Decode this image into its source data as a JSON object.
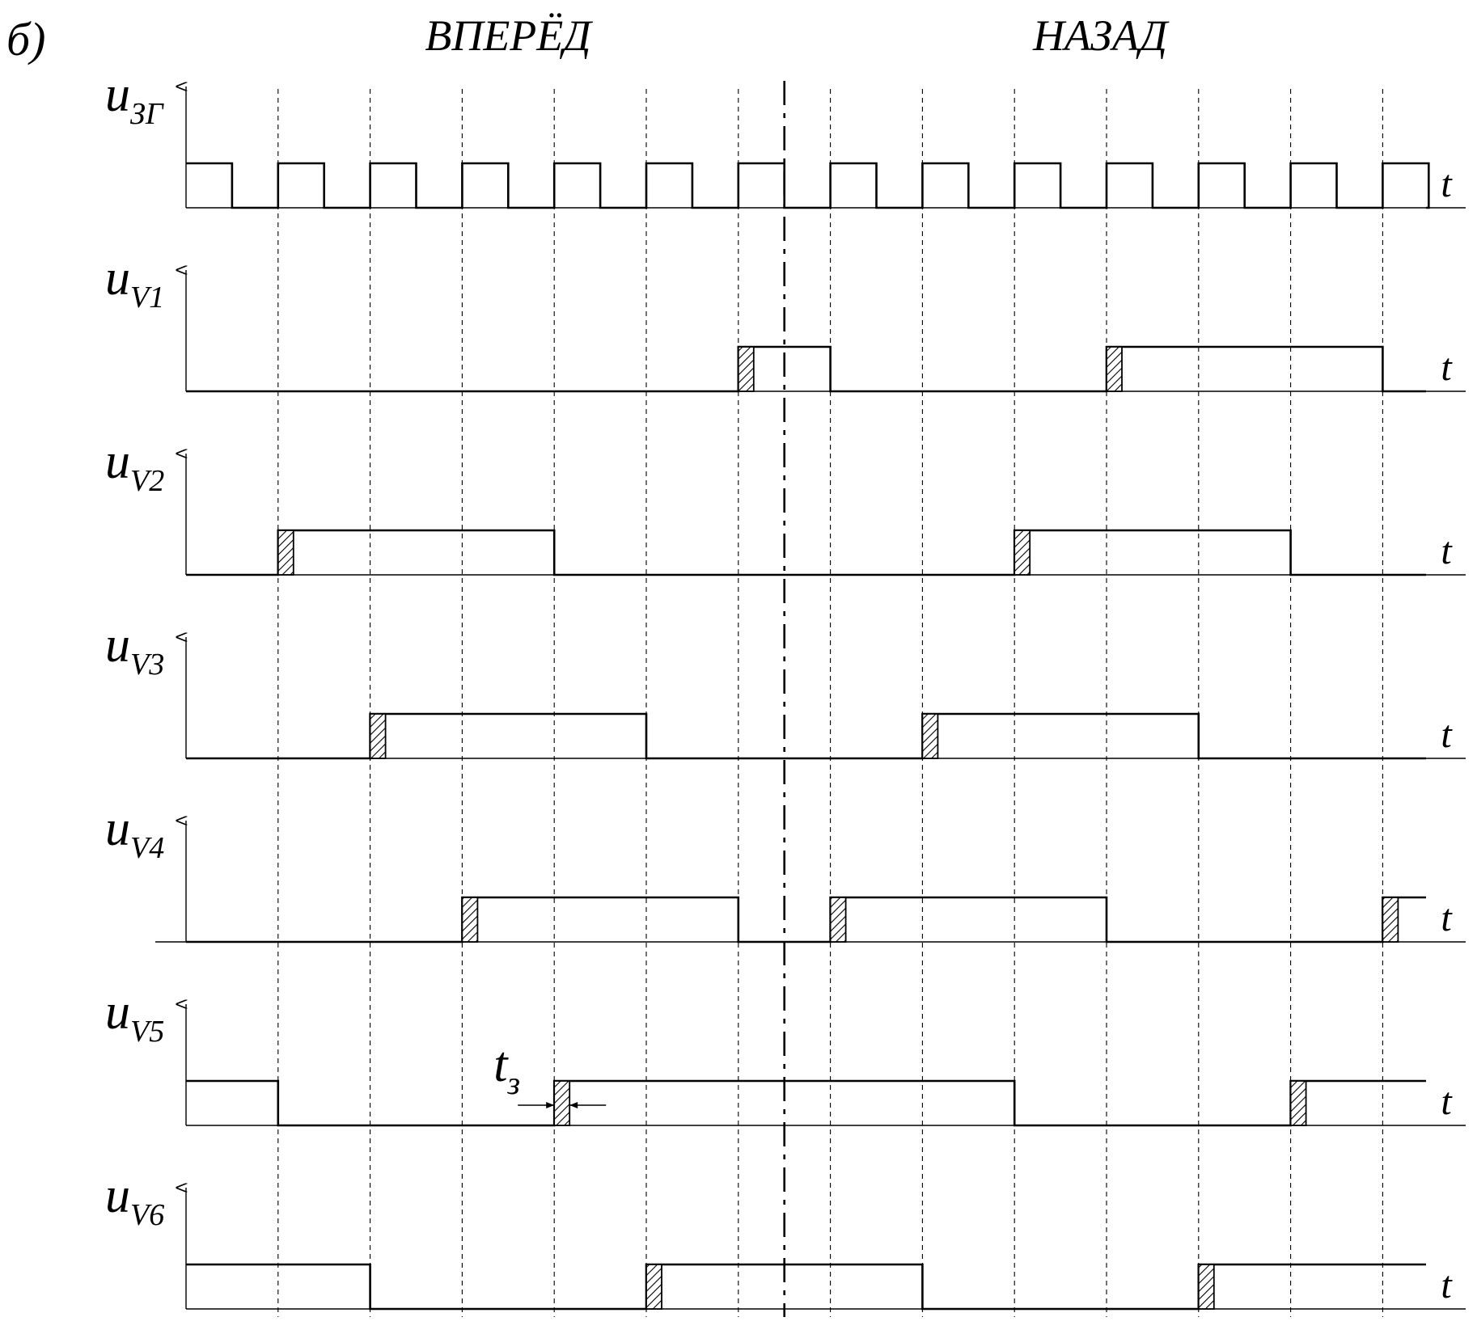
{
  "figure_label": "б)",
  "section_labels": {
    "forward": "ВПЕРЁД",
    "backward": "НАЗАД"
  },
  "time_axis_label": "t",
  "delay_label": {
    "main": "t",
    "sub": "з"
  },
  "clock_period": 2,
  "channels": [
    {
      "id": "u_zg",
      "label_main": "u",
      "label_sub": "ЗГ",
      "transitions": [
        [
          0,
          1
        ],
        [
          1,
          0
        ],
        [
          2,
          1
        ],
        [
          3,
          0
        ],
        [
          4,
          1
        ],
        [
          5,
          0
        ],
        [
          6,
          1
        ],
        [
          7,
          0
        ],
        [
          8,
          1
        ],
        [
          9,
          0
        ],
        [
          10,
          1
        ],
        [
          11,
          0
        ],
        [
          12,
          1
        ],
        [
          13,
          0
        ],
        [
          14,
          1
        ],
        [
          15,
          0
        ],
        [
          16,
          1
        ],
        [
          17,
          0
        ],
        [
          18,
          1
        ],
        [
          19,
          0
        ],
        [
          20,
          1
        ],
        [
          21,
          0
        ],
        [
          22,
          1
        ],
        [
          23,
          0
        ],
        [
          24,
          1
        ],
        [
          25,
          0
        ],
        [
          26,
          1
        ],
        [
          27,
          0
        ]
      ],
      "hatches": []
    },
    {
      "id": "u_v1",
      "label_main": "u",
      "label_sub": "V1",
      "transitions": [
        [
          0,
          0
        ],
        [
          12,
          1
        ],
        [
          14,
          0
        ],
        [
          20,
          1
        ],
        [
          26,
          0
        ]
      ],
      "hatches": [
        12,
        20
      ]
    },
    {
      "id": "u_v2",
      "label_main": "u",
      "label_sub": "V2",
      "transitions": [
        [
          0,
          0
        ],
        [
          2,
          1
        ],
        [
          8,
          0
        ],
        [
          18,
          1
        ],
        [
          24,
          0
        ]
      ],
      "hatches": [
        2,
        18
      ]
    },
    {
      "id": "u_v3",
      "label_main": "u",
      "label_sub": "V3",
      "transitions": [
        [
          0,
          0
        ],
        [
          4,
          1
        ],
        [
          10,
          0
        ],
        [
          16,
          1
        ],
        [
          22,
          0
        ]
      ],
      "hatches": [
        4,
        16
      ]
    },
    {
      "id": "u_v4",
      "label_main": "u",
      "label_sub": "V4",
      "transitions": [
        [
          0,
          0
        ],
        [
          6,
          1
        ],
        [
          12,
          0
        ],
        [
          14,
          1
        ],
        [
          20,
          0
        ],
        [
          26,
          1
        ]
      ],
      "hatches": [
        6,
        14,
        26
      ]
    },
    {
      "id": "u_v5",
      "label_main": "u",
      "label_sub": "V5",
      "transitions": [
        [
          0,
          1
        ],
        [
          2,
          0
        ],
        [
          8,
          1
        ],
        [
          18,
          0
        ],
        [
          24,
          1
        ]
      ],
      "hatches": [
        8,
        24
      ]
    },
    {
      "id": "u_v6",
      "label_main": "u",
      "label_sub": "V6",
      "transitions": [
        [
          0,
          1
        ],
        [
          4,
          0
        ],
        [
          10,
          1
        ],
        [
          16,
          0
        ],
        [
          22,
          1
        ]
      ],
      "hatches": [
        10,
        22
      ]
    }
  ],
  "time_range": [
    0,
    27
  ],
  "reverse_at": 13,
  "delay_marker_at": 8,
  "delay_marker_channel": 5
}
